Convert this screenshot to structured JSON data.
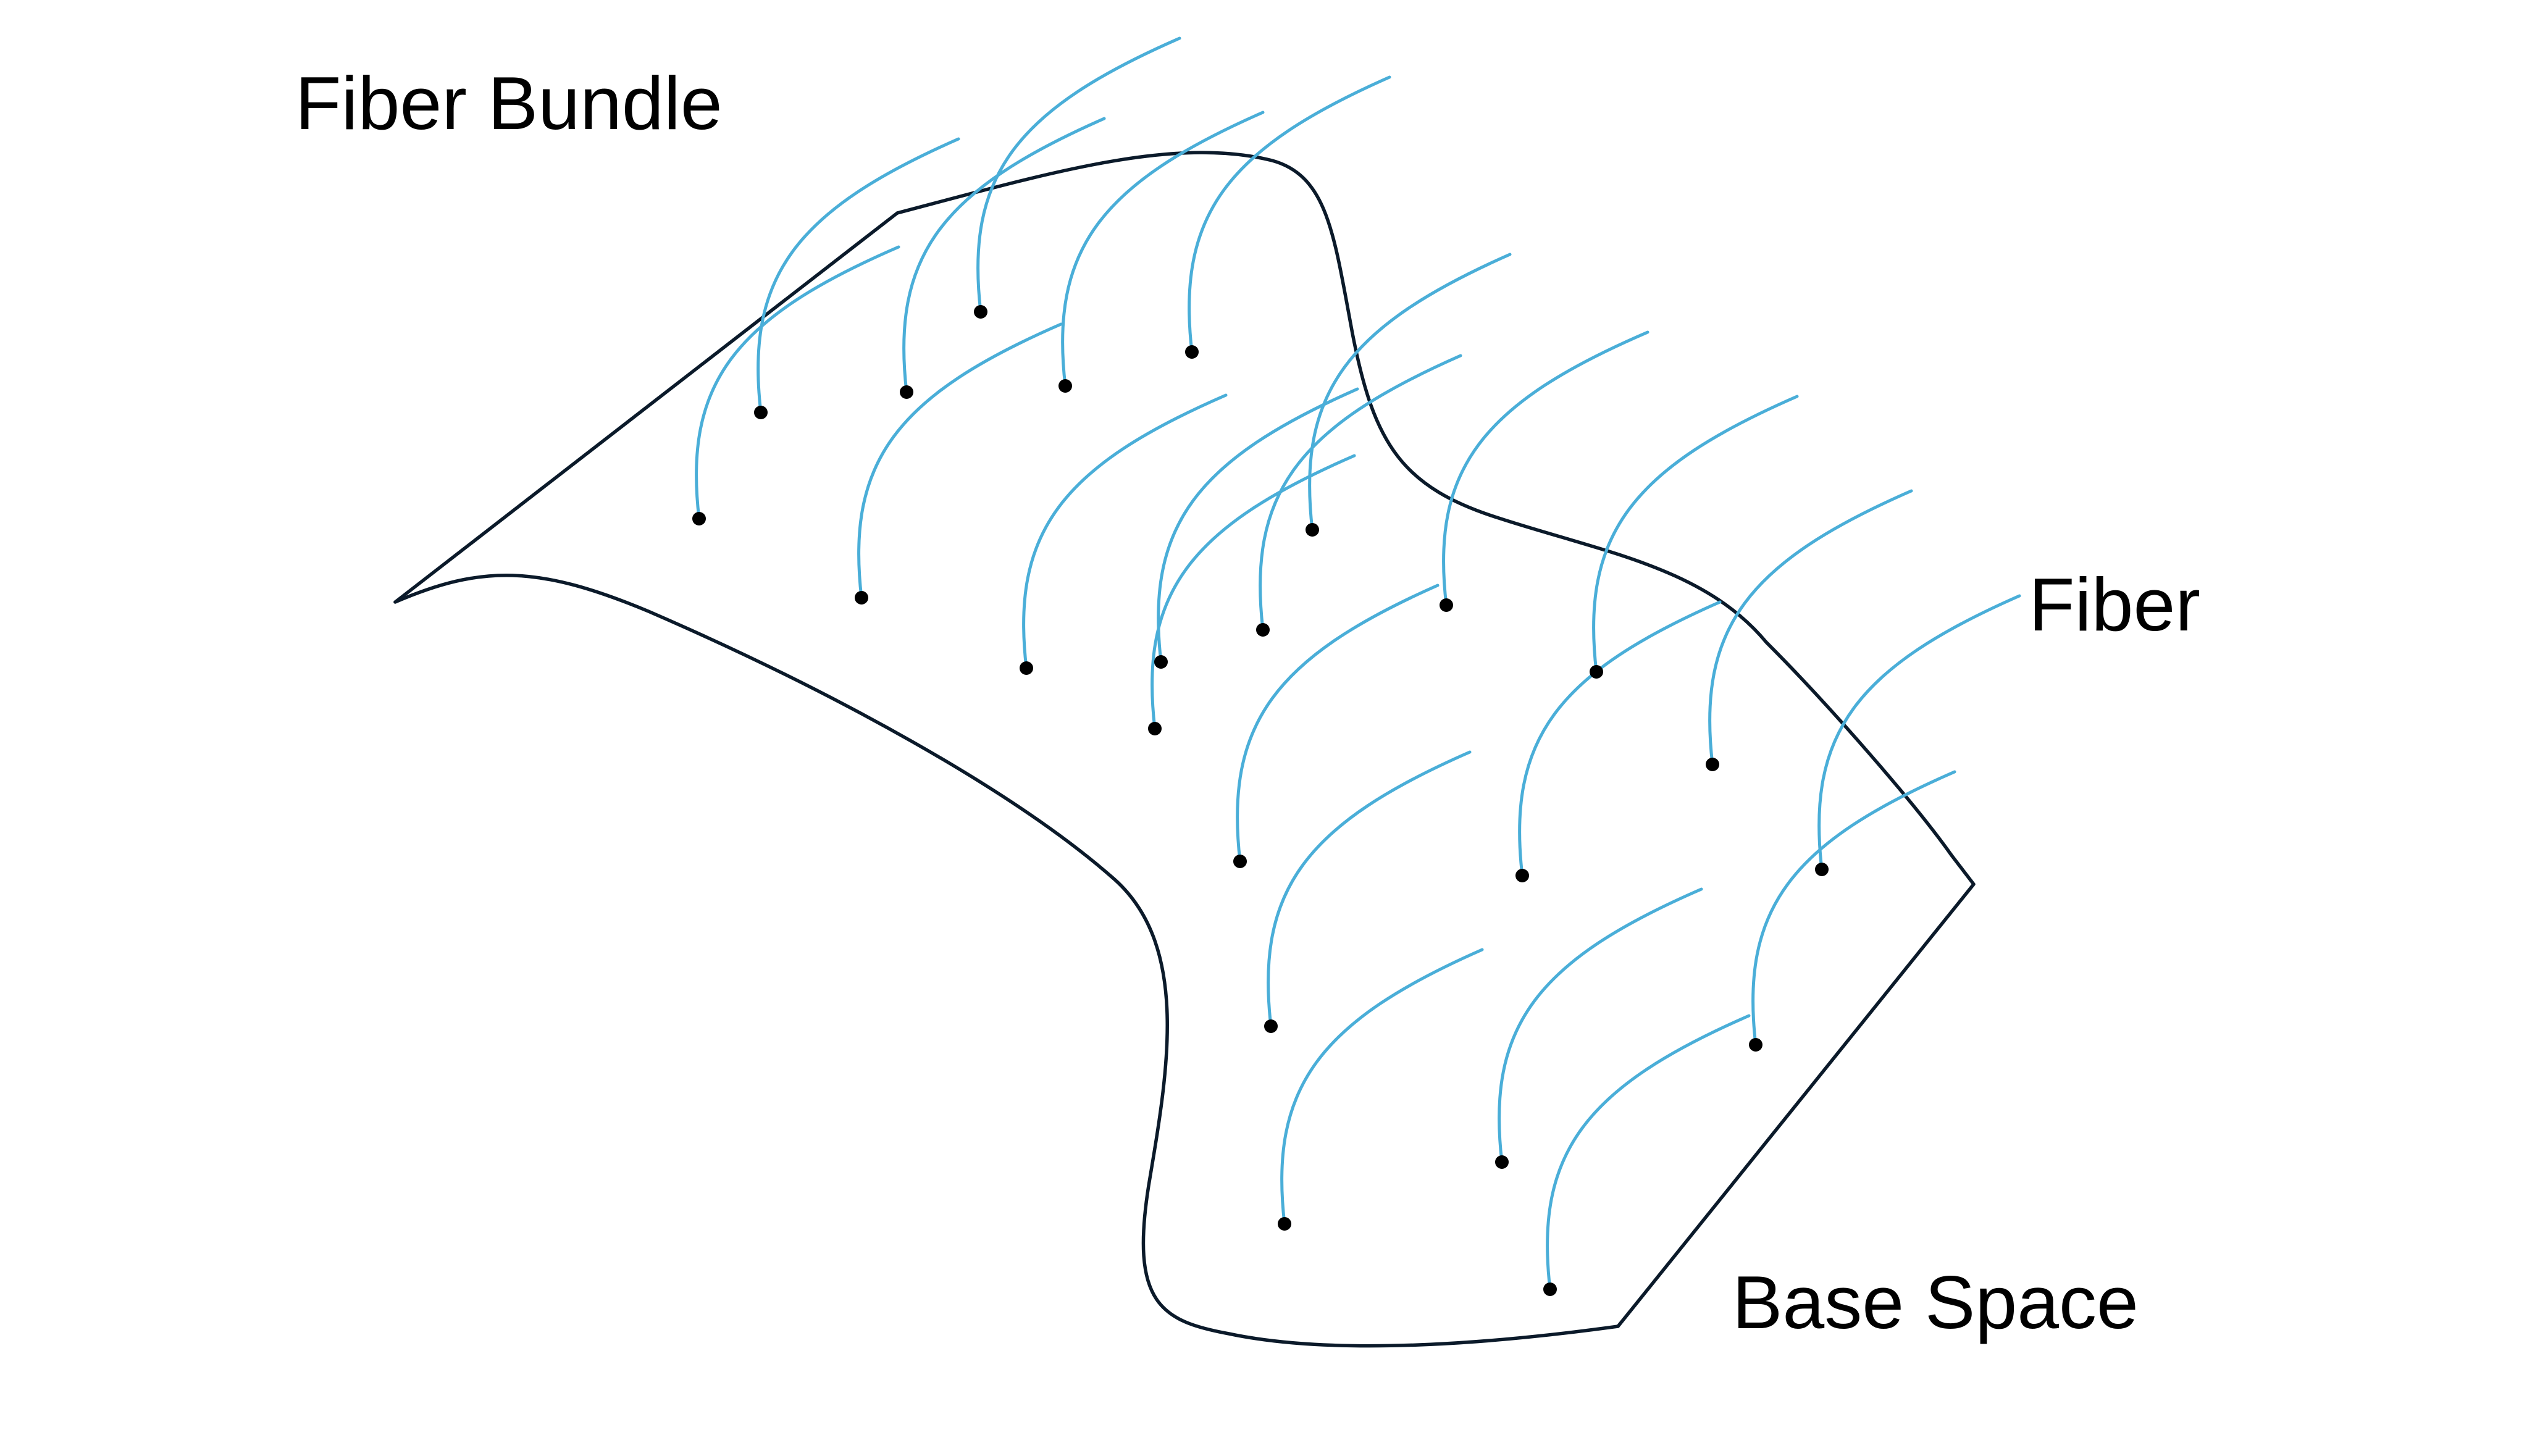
{
  "labels": {
    "title": "Fiber Bundle",
    "fiber": "Fiber",
    "base_space": "Base Space"
  },
  "colors": {
    "outline": "#0b1a2a",
    "fiber": "#4aaed8",
    "base_point": "#000000",
    "background": "#ffffff"
  }
}
